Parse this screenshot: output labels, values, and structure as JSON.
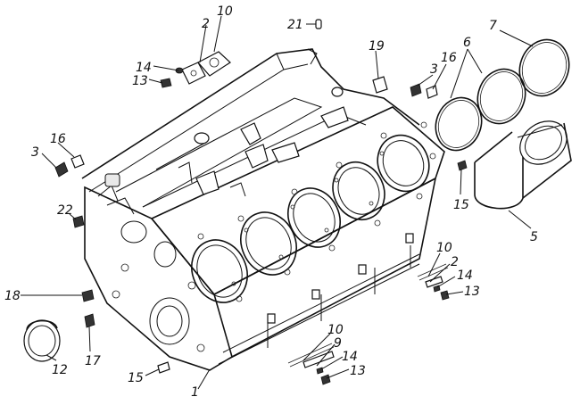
{
  "diagram": {
    "callouts": [
      {
        "id": "c10a",
        "text": "10"
      },
      {
        "id": "c2a",
        "text": "2"
      },
      {
        "id": "c21",
        "text": "21"
      },
      {
        "id": "c7",
        "text": "7"
      },
      {
        "id": "c6",
        "text": "6"
      },
      {
        "id": "c19",
        "text": "19"
      },
      {
        "id": "c16a",
        "text": "16"
      },
      {
        "id": "c3a",
        "text": "3"
      },
      {
        "id": "c14a",
        "text": "14"
      },
      {
        "id": "c13a",
        "text": "13"
      },
      {
        "id": "c16b",
        "text": "16"
      },
      {
        "id": "c3b",
        "text": "3"
      },
      {
        "id": "c22",
        "text": "22"
      },
      {
        "id": "c15a",
        "text": "15"
      },
      {
        "id": "c5",
        "text": "5"
      },
      {
        "id": "c10b",
        "text": "10"
      },
      {
        "id": "c2b",
        "text": "2"
      },
      {
        "id": "c14b",
        "text": "14"
      },
      {
        "id": "c13b",
        "text": "13"
      },
      {
        "id": "c18",
        "text": "18"
      },
      {
        "id": "c12",
        "text": "12"
      },
      {
        "id": "c17",
        "text": "17"
      },
      {
        "id": "c10c",
        "text": "10"
      },
      {
        "id": "c9",
        "text": "9"
      },
      {
        "id": "c14c",
        "text": "14"
      },
      {
        "id": "c13c",
        "text": "13"
      },
      {
        "id": "c15b",
        "text": "15"
      },
      {
        "id": "c1",
        "text": "1"
      }
    ]
  }
}
